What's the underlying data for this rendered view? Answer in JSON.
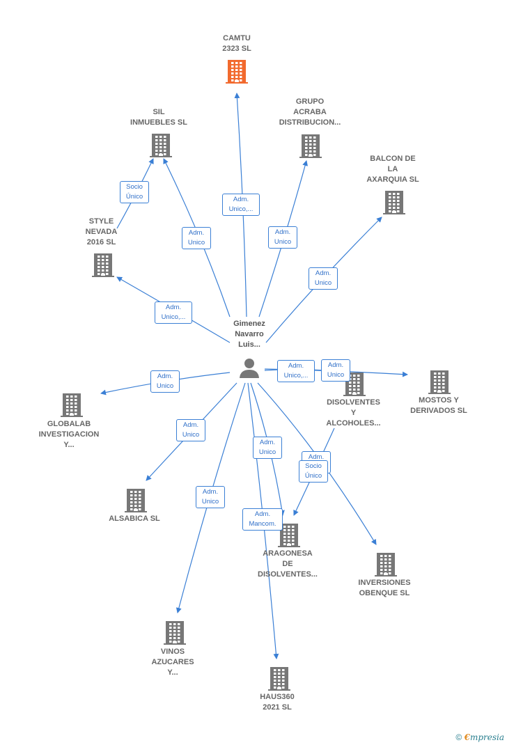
{
  "center": {
    "label": "Gimenez\nNavarro\nLuis..."
  },
  "nodes": [
    {
      "id": "camtu",
      "label": "CAMTU\n2323  SL",
      "highlight": true
    },
    {
      "id": "sil",
      "label": "SIL\nINMUEBLES SL"
    },
    {
      "id": "grupo",
      "label": "GRUPO\nACRABA\nDISTRIBUCION..."
    },
    {
      "id": "balcon",
      "label": "BALCON DE\nLA\nAXARQUIA SL"
    },
    {
      "id": "style",
      "label": "STYLE\nNEVADA\n2016  SL"
    },
    {
      "id": "globalab",
      "label": "GLOBALAB\nINVESTIGACION\nY..."
    },
    {
      "id": "disolventes",
      "label": "DISOLVENTES\nY\nALCOHOLES..."
    },
    {
      "id": "mostos",
      "label": "MOSTOS Y\nDERIVADOS  SL"
    },
    {
      "id": "alsabica",
      "label": "ALSABICA  SL"
    },
    {
      "id": "aragonesa",
      "label": "ARAGONESA\nDE\nDISOLVENTES..."
    },
    {
      "id": "inversiones",
      "label": "INVERSIONES\nOBENQUE SL"
    },
    {
      "id": "vinos",
      "label": "VINOS\nAZUCARES\nY..."
    },
    {
      "id": "haus",
      "label": "HAUS360\n2021  SL"
    }
  ],
  "edge_labels": [
    {
      "id": "e-camtu",
      "text": "Adm.\nUnico,..."
    },
    {
      "id": "e-sil",
      "text": "Adm.\nUnico"
    },
    {
      "id": "e-grupo",
      "text": "Adm.\nUnico"
    },
    {
      "id": "e-balcon",
      "text": "Adm.\nUnico"
    },
    {
      "id": "e-style",
      "text": "Adm.\nUnico,..."
    },
    {
      "id": "e-style-sil",
      "text": "Socio\nÚnico"
    },
    {
      "id": "e-globalab",
      "text": "Adm.\nUnico"
    },
    {
      "id": "e-disolventes",
      "text": "Adm.\nUnico,..."
    },
    {
      "id": "e-mostos",
      "text": "Adm.\nUnico"
    },
    {
      "id": "e-alsabica",
      "text": "Adm.\nUnico"
    },
    {
      "id": "e-aragonesa1",
      "text": "Adm.\nUnico"
    },
    {
      "id": "e-inversiones",
      "text": "Adm.\nUnico"
    },
    {
      "id": "e-socio",
      "text": "Socio\nÚnico"
    },
    {
      "id": "e-vinos",
      "text": "Adm.\nUnico"
    },
    {
      "id": "e-mancom",
      "text": "Adm.\nMancom."
    }
  ],
  "colors": {
    "edge": "#3a7fd5",
    "building": "#777777",
    "highlight": "#f26a2e"
  },
  "footer": {
    "copyright": "©",
    "brand_e": "€",
    "brand_rest": "mpresia"
  }
}
